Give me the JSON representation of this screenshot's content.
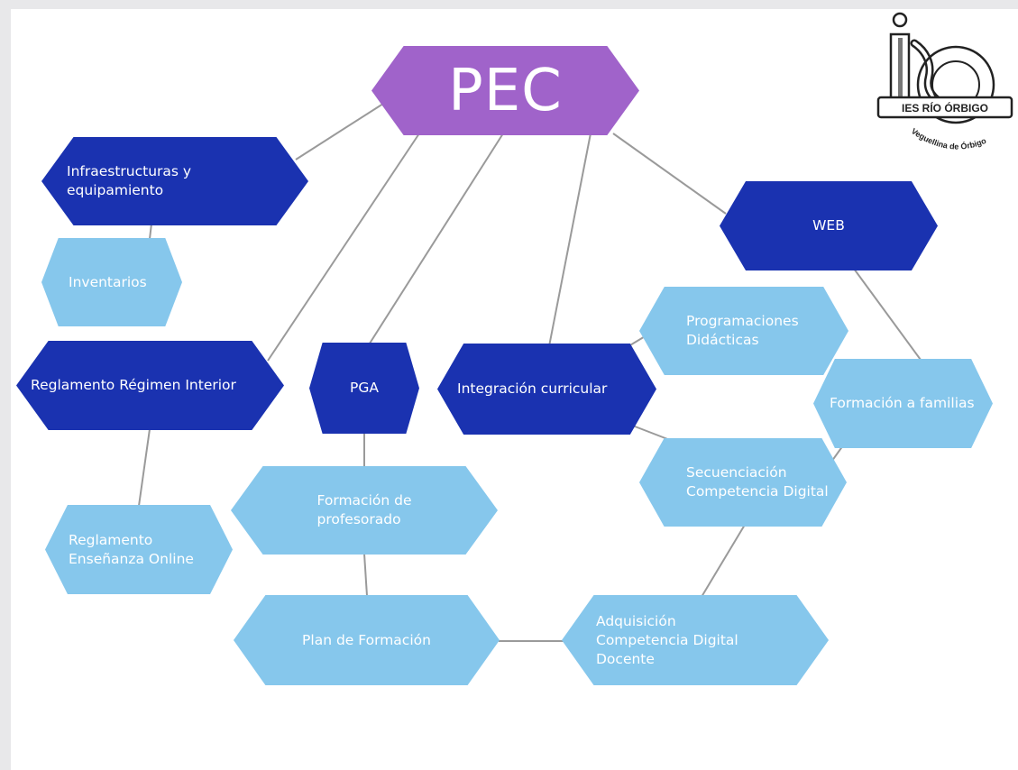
{
  "diagram": {
    "nodes": [
      {
        "id": "pec",
        "label": "PEC",
        "style": "purple"
      },
      {
        "id": "infra",
        "label": "Infraestructuras y\nequipamiento",
        "style": "dark"
      },
      {
        "id": "inventarios",
        "label": "Inventarios",
        "style": "light"
      },
      {
        "id": "rri",
        "label": "Reglamento Régimen Interior",
        "style": "dark"
      },
      {
        "id": "reo",
        "label": "Reglamento\nEnseñanza Online",
        "style": "light"
      },
      {
        "id": "pga",
        "label": "PGA",
        "style": "dark"
      },
      {
        "id": "formacion_prof",
        "label": "Formación de\nprofesorado",
        "style": "light"
      },
      {
        "id": "plan",
        "label": "Plan de Formación",
        "style": "light"
      },
      {
        "id": "integracion",
        "label": "Integración curricular",
        "style": "dark"
      },
      {
        "id": "programaciones",
        "label": "Programaciones\nDidácticas",
        "style": "light"
      },
      {
        "id": "secuenciacion",
        "label": "Secuenciación\nCompetencia Digital",
        "style": "light"
      },
      {
        "id": "adquisicion",
        "label": "Adquisición\nCompetencia Digital\nDocente",
        "style": "light"
      },
      {
        "id": "web",
        "label": "WEB",
        "style": "dark"
      },
      {
        "id": "familias",
        "label": "Formación a familias",
        "style": "light"
      }
    ],
    "edges": [
      [
        "pec",
        "infra"
      ],
      [
        "pec",
        "rri"
      ],
      [
        "pec",
        "pga"
      ],
      [
        "pec",
        "integracion"
      ],
      [
        "pec",
        "web"
      ],
      [
        "infra",
        "inventarios"
      ],
      [
        "rri",
        "reo"
      ],
      [
        "pga",
        "formacion_prof"
      ],
      [
        "formacion_prof",
        "plan"
      ],
      [
        "plan",
        "adquisicion"
      ],
      [
        "integracion",
        "programaciones"
      ],
      [
        "integracion",
        "secuenciacion"
      ],
      [
        "secuenciacion",
        "adquisicion"
      ],
      [
        "web",
        "familias"
      ],
      [
        "familias",
        "secuenciacion"
      ]
    ]
  },
  "logo": {
    "name": "IES RÍO ÓRBIGO",
    "subtitle": "Veguellina de Órbigo"
  },
  "colors": {
    "purple": "#a063ca",
    "dark_blue": "#1a32b0",
    "light_blue": "#86c7ec",
    "connector": "#9a9a9a"
  }
}
